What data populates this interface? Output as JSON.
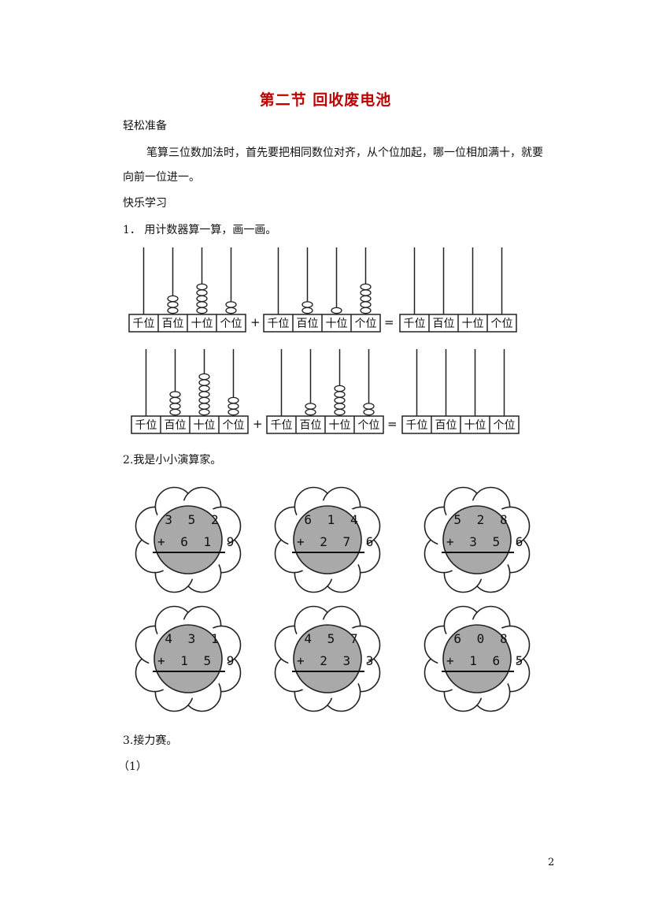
{
  "title": "第二节    回收废电池",
  "sections": {
    "prep_heading": "轻松准备",
    "prep_text_1": "笔算三位数加法时，首先要把相同数位对齐，从个位加起，哪一位相加满十，就要",
    "prep_text_2": "向前一位进一。",
    "learn_heading": "快乐学习",
    "q1": "1．  用计数器算一算，画一画。",
    "q2": "2.我是小小演算家。",
    "q3": "3.接力赛。",
    "q3_sub": "（1）"
  },
  "abacus": {
    "place_labels": [
      "千位",
      "百位",
      "十位",
      "个位"
    ],
    "plus": "+",
    "equals": "=",
    "rows": [
      {
        "left": [
          0,
          3,
          5,
          2
        ],
        "right": [
          0,
          2,
          1,
          5
        ]
      },
      {
        "left": [
          0,
          4,
          7,
          3
        ],
        "right": [
          0,
          2,
          5,
          2
        ]
      }
    ]
  },
  "flowers": [
    {
      "top": "3 5 2",
      "bottom": "6 1 9"
    },
    {
      "top": "6 1 4",
      "bottom": "2 7 6"
    },
    {
      "top": "5 2 8",
      "bottom": "3 5 6"
    },
    {
      "top": "4 3 1",
      "bottom": "1 5 9"
    },
    {
      "top": "4 5 7",
      "bottom": "2 3 3"
    },
    {
      "top": "6 0 8",
      "bottom": "1 6 5"
    }
  ],
  "plus_sign": "+",
  "page_number": "2"
}
